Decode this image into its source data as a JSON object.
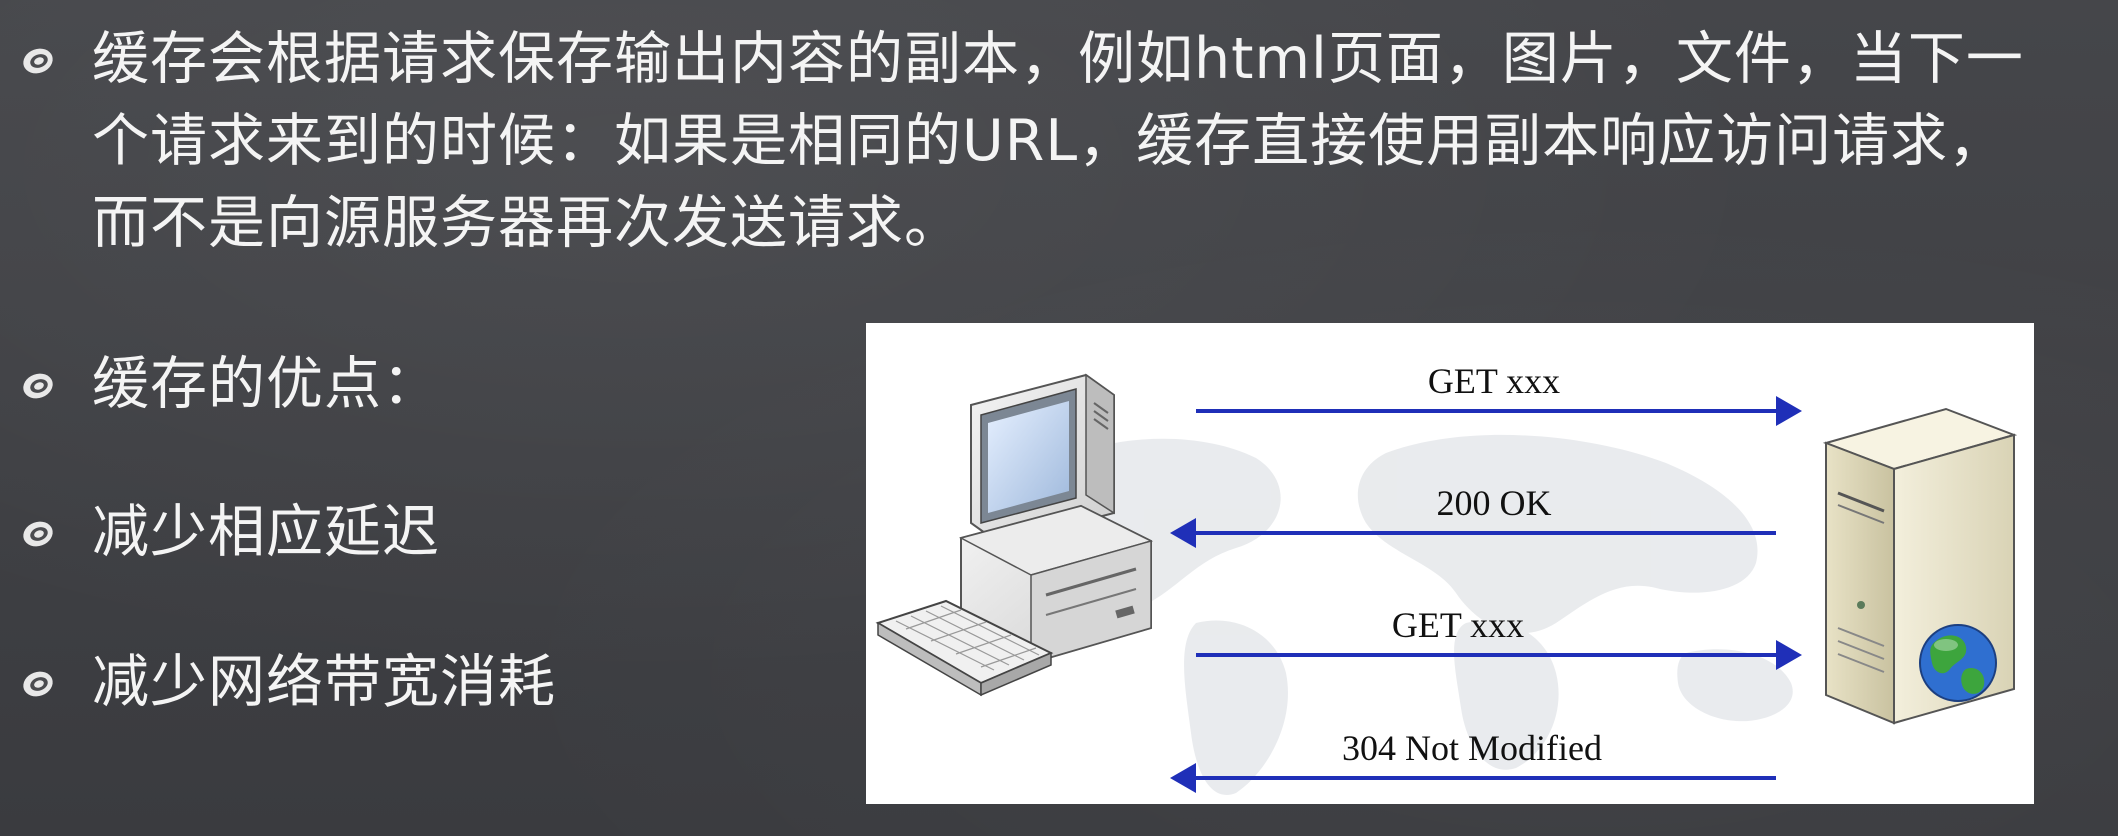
{
  "bullets": [
    {
      "text": "缓存会根据请求保存输出内容的副本，例如html页面，图片，文件，当下一个请求来到的时候：如果是相同的URL，缓存直接使用副本响应访问请求，而不是向源服务器再次发送请求。"
    },
    {
      "text": "缓存的优点："
    },
    {
      "text": "减少相应延迟"
    },
    {
      "text": "减少网络带宽消耗"
    }
  ],
  "diagram": {
    "messages": [
      {
        "label": "GET xxx",
        "direction": "right"
      },
      {
        "label": "200 OK",
        "direction": "left"
      },
      {
        "label": "GET xxx",
        "direction": "right"
      },
      {
        "label": "304 Not Modified",
        "direction": "left"
      }
    ],
    "arrow_color": "#1f2fb8"
  },
  "colors": {
    "background": "#3f4044",
    "text": "#f4f4f4"
  }
}
